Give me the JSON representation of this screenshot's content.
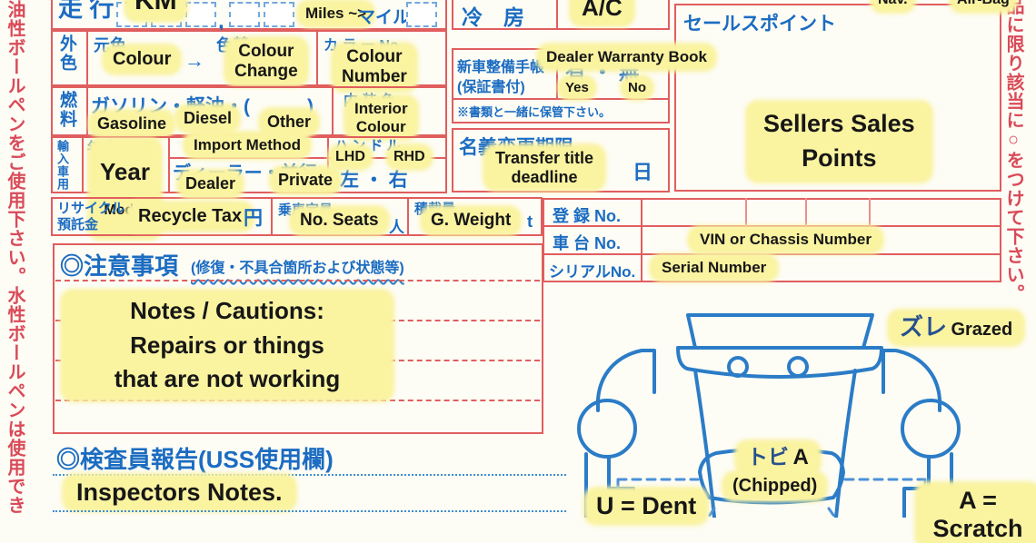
{
  "side_notes": {
    "left": "油性ボールペンをご使用下さい。水性ボールペンは使用でき",
    "right": "品に限り該当に○をつけて下さい。"
  },
  "mileage": {
    "label": "走 行",
    "km_marker": "KM",
    "comma": ",",
    "miles_marker": "Miles ~>",
    "mile_unit": "マイル"
  },
  "ac": {
    "label": "冷　房",
    "marker": "A/C"
  },
  "sales": {
    "nav_marker": "Nav.",
    "airbag_marker": "Air-Bag",
    "label": "セールスポイント",
    "marker": "Sellers Sales\nPoints"
  },
  "exterior": {
    "header": "外色",
    "original": "元色",
    "original_marker": "Colour",
    "arrow": "→",
    "change": "色替",
    "change_marker": "Colour\nChange",
    "color_no": "カ ラ ー No.",
    "color_no_marker": "Colour\nNumber"
  },
  "fuel": {
    "header": "燃料",
    "types": "ガソリン・軽油・(　　　)",
    "gasoline_marker": "Gasoline",
    "diesel_marker": "Diesel",
    "other_marker": "Other",
    "interior": "内 装 色",
    "interior_marker": "Interior\nColour"
  },
  "import": {
    "header": "輸入車用",
    "year": "年式",
    "year_marker": "Year",
    "model_marker": "Model",
    "method_marker": "Import Method",
    "dealer_private": "ディーラー・並行",
    "dealer_marker": "Dealer",
    "private_marker": "Private",
    "handle": "ハ ン ド ル",
    "lhd_marker": "LHD",
    "rhd_marker": "RHD",
    "left_right": "左 ・ 右"
  },
  "warranty": {
    "label": "新車整備手帳",
    "label2": "(保証書付)",
    "marker": "Dealer Warranty Book",
    "yes_no": "有 ・ 無",
    "yes_marker": "Yes",
    "no_marker": "No",
    "note": "※書類と一緒に保管下さい。"
  },
  "transfer": {
    "label": "名義変更期限",
    "marker": "Transfer title\ndeadline",
    "day": "日"
  },
  "recycle": {
    "label": "リサイクル\n預託金",
    "marker": "Recycle Tax",
    "yen": "円",
    "seats_label": "乗車定員",
    "seats_marker": "No. Seats",
    "person": "人",
    "weight_label": "積載量",
    "weight_marker": "G. Weight",
    "ton": "t"
  },
  "registration": {
    "reg_label": "登 録 No.",
    "chassis_label": "車 台 No.",
    "chassis_marker": "VIN or Chassis Number",
    "serial_label": "シリアルNo.",
    "serial_marker": "Serial Number"
  },
  "cautions": {
    "title": "◎注意事項",
    "subtitle": "(修復・不具合箇所および状態等)",
    "marker": "Notes / Cautions:\nRepairs or things\nthat are not working"
  },
  "inspector": {
    "title": "◎検査員報告(USS使用欄)",
    "marker": "Inspectors Notes."
  },
  "diagram": {
    "grazed_jp": "ズレ",
    "grazed_en": "Grazed",
    "chipped_jp": "トビ",
    "chipped_a": "A",
    "chipped_en": "(Chipped)",
    "dent_marker": "U = Dent",
    "scratch_marker": "A = Scratch"
  },
  "colors": {
    "form_blue": "#1b6cc2",
    "border_red": "#e05e5e",
    "note_red": "#d94a58",
    "highlight_yellow": "#faf3a0",
    "diagram_blue": "#2b7cc7"
  }
}
